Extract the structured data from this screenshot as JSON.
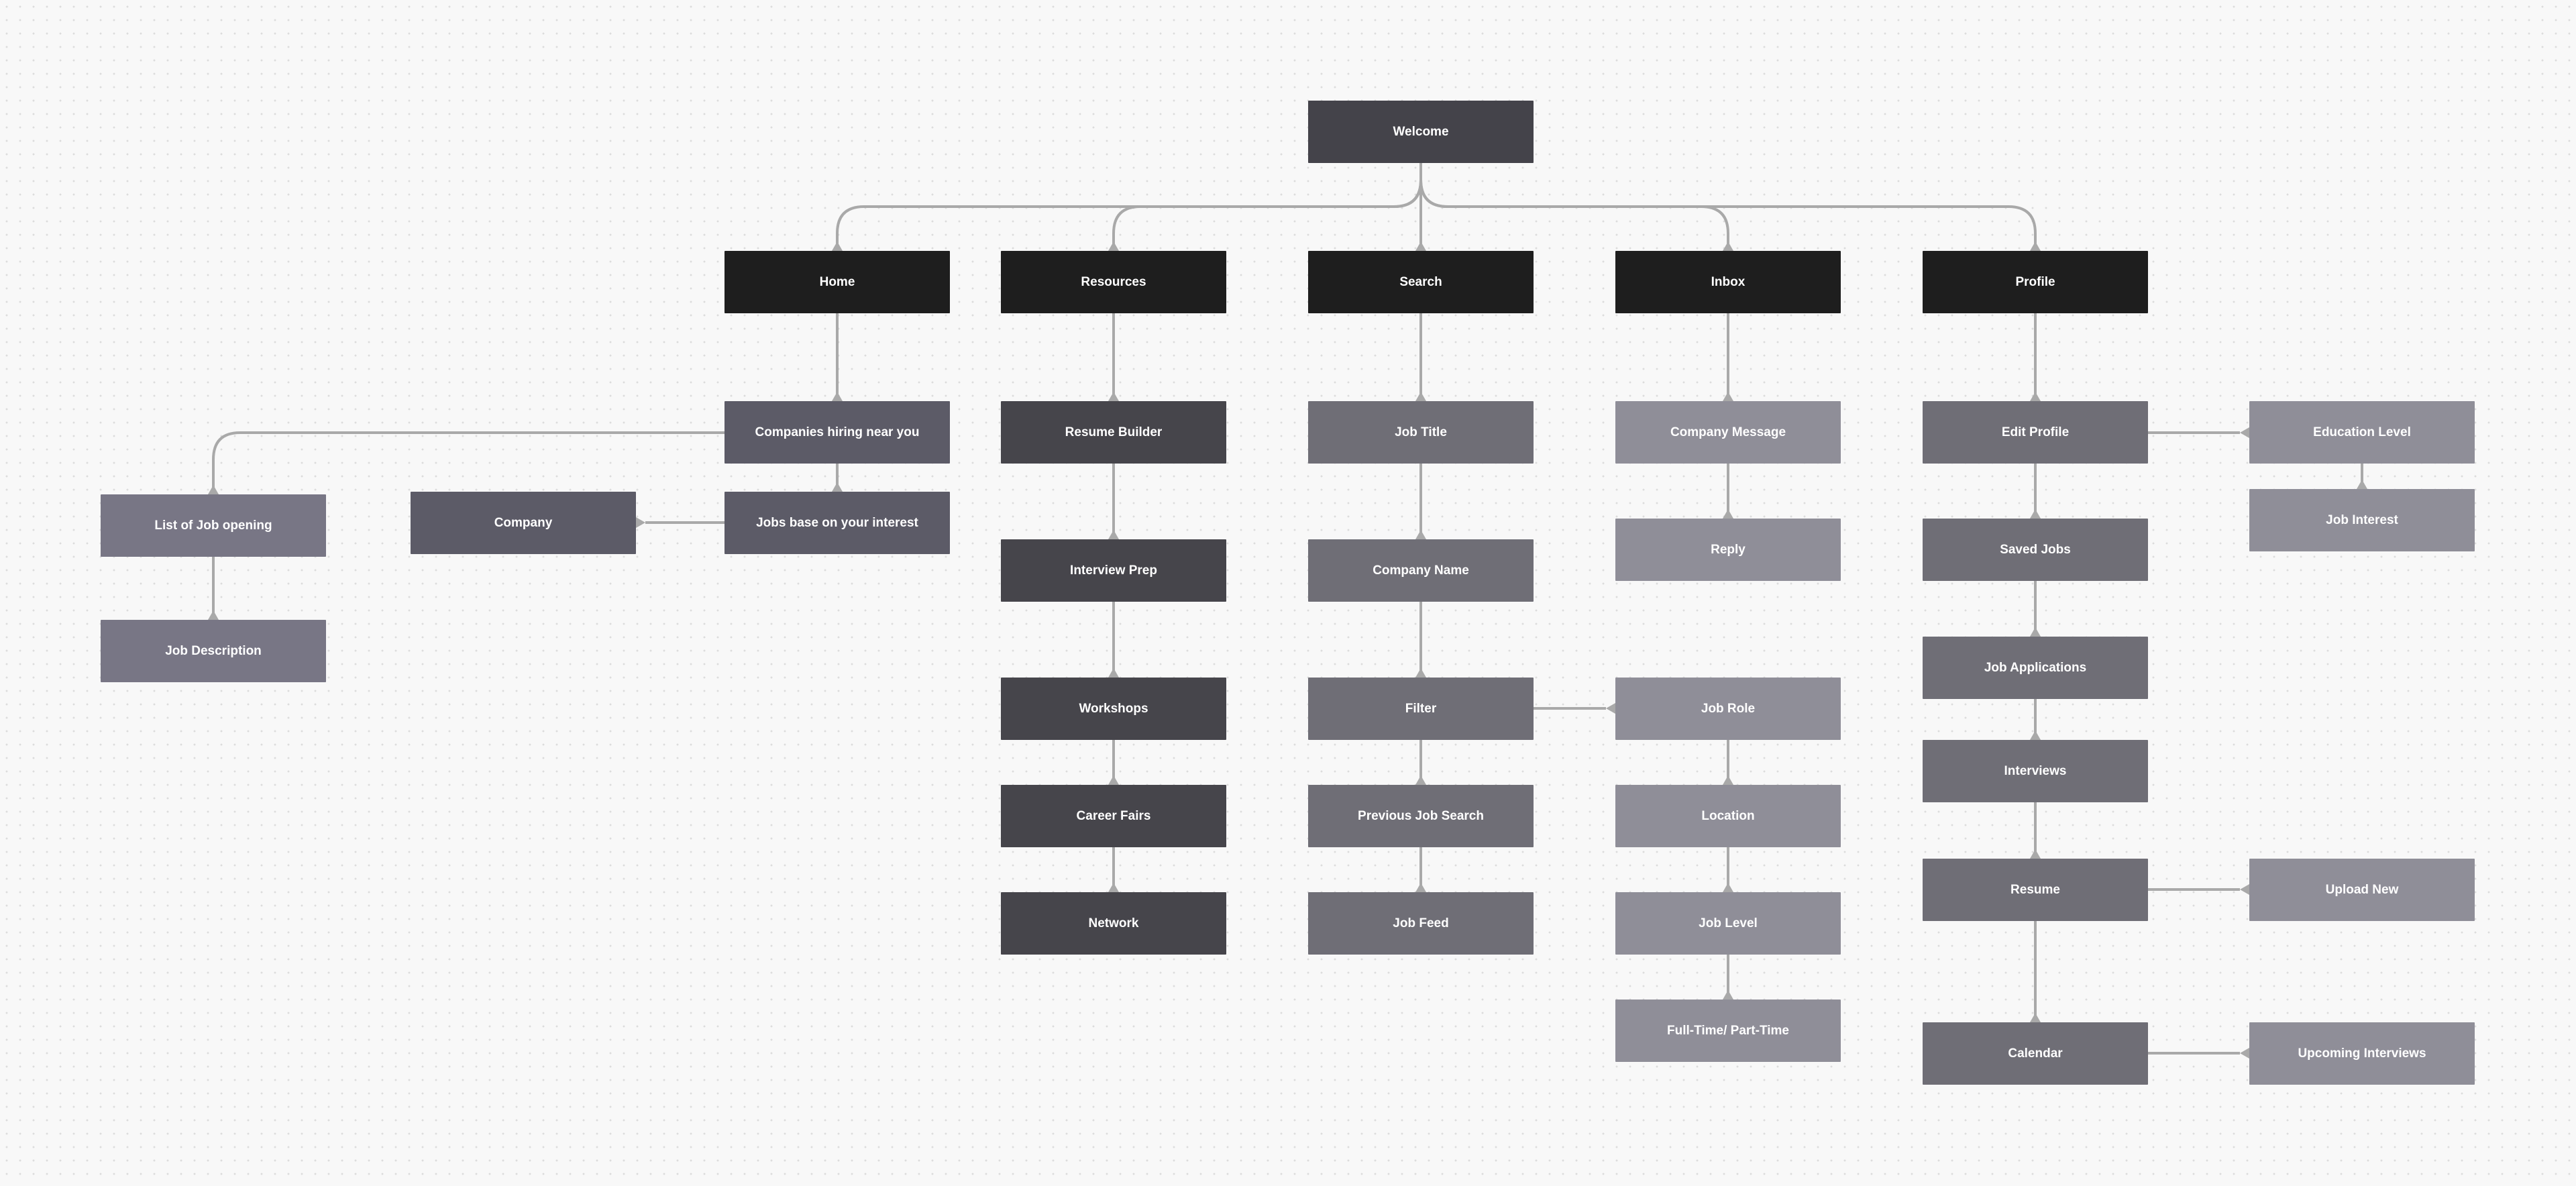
{
  "colors": {
    "background": "#f8f8f8",
    "connector": "#a9a9a9",
    "root": "#44434a",
    "top_level": "#1e1e1e",
    "resources_branch": "#46454b",
    "home_branch": "#5c5b67",
    "search_branch": "#6f6e76",
    "inbox_branch": "#8f8e98",
    "profile_branch": "#6f6e76"
  },
  "nodes": {
    "welcome": "Welcome",
    "home": "Home",
    "resources": "Resources",
    "search": "Search",
    "inbox": "Inbox",
    "profile": "Profile",
    "companies_hiring": "Companies hiring near you",
    "jobs_interest": "Jobs base on your interest",
    "company": "Company",
    "list_job_opening": "List of Job opening",
    "job_description": "Job Description",
    "resume_builder": "Resume Builder",
    "interview_prep": "Interview Prep",
    "workshops": "Workshops",
    "career_fairs": "Career Fairs",
    "network": "Network",
    "job_title": "Job Title",
    "company_name": "Company Name",
    "filter": "Filter",
    "previous_job_search": "Previous Job Search",
    "job_feed": "Job Feed",
    "company_message": "Company Message",
    "reply": "Reply",
    "job_role": "Job Role",
    "location": "Location",
    "job_level": "Job Level",
    "full_part_time": "Full-Time/ Part-Time",
    "edit_profile": "Edit Profile",
    "saved_jobs": "Saved Jobs",
    "job_applications": "Job Applications",
    "interviews": "Interviews",
    "resume": "Resume",
    "calendar": "Calendar",
    "education_level": "Education Level",
    "job_interest": "Job Interest",
    "upload_new": "Upload New",
    "upcoming_interviews": "Upcoming Interviews"
  }
}
